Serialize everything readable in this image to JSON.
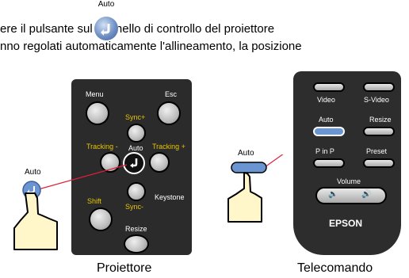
{
  "top_icon_label": "Auto",
  "line1": "ere il pulsante       sul pannello di controllo del proiettore",
  "line2": "nno regolati automaticamente l'allineamento, la posizione",
  "projector": {
    "btn_menu": "Menu",
    "btn_esc": "Esc",
    "sync_plus": "Sync+",
    "tracking_minus": "Tracking -",
    "btn_auto": "Auto",
    "tracking_plus": "Tracking +",
    "shift": "Shift",
    "keystone": "Keystone",
    "sync_minus": "Sync-",
    "resize": "Resize",
    "left_auto_label": "Auto",
    "caption": "Proiettore"
  },
  "remote": {
    "video": "Video",
    "s_video": "S-Video",
    "auto": "Auto",
    "resize": "Resize",
    "p_in_p": "P in P",
    "preset": "Preset",
    "volume": "Volume",
    "brand": "EPSON",
    "left_auto_label": "Auto",
    "caption": "Telecomando"
  },
  "colors": {
    "auto_blue": "#6b95d1",
    "hand_fill": "#fff6c9",
    "pointer_line": "#e0203a"
  }
}
